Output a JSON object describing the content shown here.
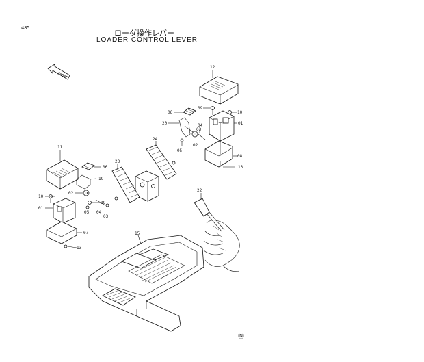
{
  "page": {
    "number": "485"
  },
  "title": {
    "japanese": "ローダ操作レバー",
    "english": "LOADER CONTROL LEVER"
  },
  "front_marker": {
    "label": "FRONT"
  },
  "footer_mark": "Ⓝ",
  "callouts": [
    {
      "id": "c12a",
      "text": "12"
    },
    {
      "id": "c06a",
      "text": "06"
    },
    {
      "id": "c09a",
      "text": "09"
    },
    {
      "id": "c10a",
      "text": "10"
    },
    {
      "id": "c20",
      "text": "20"
    },
    {
      "id": "c04a",
      "text": "04"
    },
    {
      "id": "c03a",
      "text": "03"
    },
    {
      "id": "c01a",
      "text": "01"
    },
    {
      "id": "c05a",
      "text": "05"
    },
    {
      "id": "c02a",
      "text": "02"
    },
    {
      "id": "c24",
      "text": "24"
    },
    {
      "id": "c08",
      "text": "08"
    },
    {
      "id": "c13a",
      "text": "13"
    },
    {
      "id": "c11",
      "text": "11"
    },
    {
      "id": "c23",
      "text": "23"
    },
    {
      "id": "c06b",
      "text": "06"
    },
    {
      "id": "c19",
      "text": "19"
    },
    {
      "id": "c10b",
      "text": "10"
    },
    {
      "id": "c02b",
      "text": "02"
    },
    {
      "id": "c09b",
      "text": "09"
    },
    {
      "id": "c01b",
      "text": "01"
    },
    {
      "id": "c05b",
      "text": "05"
    },
    {
      "id": "c04b",
      "text": "04"
    },
    {
      "id": "c03b",
      "text": "03"
    },
    {
      "id": "c07",
      "text": "07"
    },
    {
      "id": "c13b",
      "text": "13"
    },
    {
      "id": "c22",
      "text": "22"
    },
    {
      "id": "c15",
      "text": "15"
    }
  ]
}
